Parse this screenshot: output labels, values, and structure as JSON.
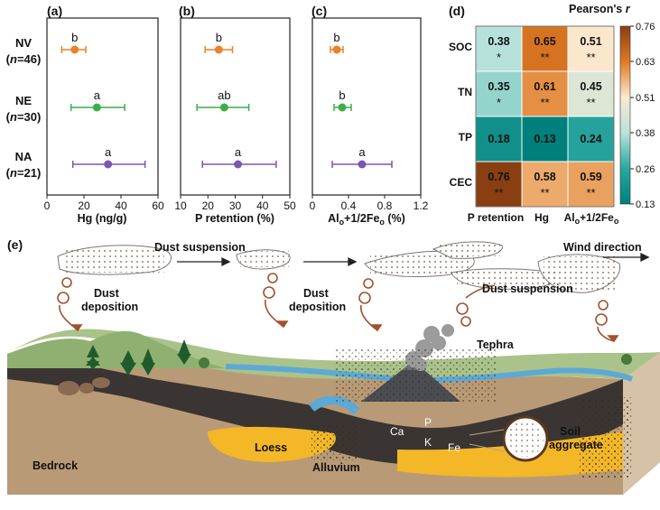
{
  "panels": {
    "a": {
      "tag": "(a)",
      "xlabel": "Hg (ng/g)",
      "ticks": [
        "0",
        "20",
        "40",
        "60"
      ]
    },
    "b": {
      "tag": "(b)",
      "xlabel": "P retention (%)",
      "ticks": [
        "10",
        "20",
        "30",
        "40",
        "50"
      ]
    },
    "c": {
      "tag": "(c)",
      "xlabel_main": "Al",
      "xlabel_sub1": "o",
      "xlabel_mid": "+1/2Fe",
      "xlabel_sub2": "o",
      "xlabel_tail": " (%)",
      "ticks": [
        "0",
        "0.4",
        "0.8",
        "1.2"
      ]
    },
    "d": {
      "tag": "(d)",
      "legend_title": "Pearson's ",
      "legend_title_r": "r",
      "cols": [
        "P retention",
        "Hg",
        "Al",
        "o",
        "+1/2Fe",
        "o"
      ],
      "rows": [
        "SOC",
        "TN",
        "TP",
        "CEC"
      ],
      "scale_ticks": [
        "0.76",
        "0.63",
        "0.51",
        "0.38",
        "0.26",
        "0.13"
      ]
    },
    "e": {
      "tag": "(e)"
    }
  },
  "groups": [
    {
      "name": "NV",
      "n": "(n=46)",
      "n_prefix": "(",
      "n_var": "n",
      "n_val": "=46)"
    },
    {
      "name": "NE",
      "n": "(n=30)",
      "n_prefix": "(",
      "n_var": "n",
      "n_val": "=30)"
    },
    {
      "name": "NA",
      "n": "(n=21)",
      "n_prefix": "(",
      "n_var": "n",
      "n_val": "=21)"
    }
  ],
  "colors": {
    "NV": "#e8822a",
    "NE": "#3cae49",
    "NA": "#7b56b0"
  },
  "chart_data": [
    {
      "type": "scatter",
      "panel": "a",
      "xlabel": "Hg (ng/g)",
      "xlim": [
        0,
        60
      ],
      "categories": [
        "NV",
        "NE",
        "NA"
      ],
      "mean": [
        15,
        27,
        33
      ],
      "err_low": [
        8,
        13,
        14
      ],
      "err_high": [
        21,
        42,
        53
      ],
      "letters": [
        "b",
        "a",
        "a"
      ]
    },
    {
      "type": "scatter",
      "panel": "b",
      "xlabel": "P retention (%)",
      "xlim": [
        10,
        50
      ],
      "categories": [
        "NV",
        "NE",
        "NA"
      ],
      "mean": [
        24,
        26,
        31
      ],
      "err_low": [
        19,
        16,
        18
      ],
      "err_high": [
        29,
        35,
        45
      ],
      "letters": [
        "b",
        "ab",
        "a"
      ]
    },
    {
      "type": "scatter",
      "panel": "c",
      "xlabel": "Alo+1/2Feo (%)",
      "xlim": [
        0,
        1.2
      ],
      "categories": [
        "NV",
        "NE",
        "NA"
      ],
      "mean": [
        0.27,
        0.33,
        0.55
      ],
      "err_low": [
        0.2,
        0.24,
        0.22
      ],
      "err_high": [
        0.34,
        0.43,
        0.88
      ],
      "letters": [
        "b",
        "b",
        "a"
      ]
    },
    {
      "type": "heatmap",
      "panel": "d",
      "rows": [
        "SOC",
        "TN",
        "TP",
        "CEC"
      ],
      "cols": [
        "P retention",
        "Hg",
        "Alo+1/2Feo"
      ],
      "values": [
        [
          0.38,
          0.65,
          0.51
        ],
        [
          0.35,
          0.61,
          0.45
        ],
        [
          0.18,
          0.13,
          0.24
        ],
        [
          0.76,
          0.58,
          0.59
        ]
      ],
      "stars": [
        [
          "*",
          "**",
          "**"
        ],
        [
          "*",
          "**",
          "**"
        ],
        [
          "",
          "",
          ""
        ],
        [
          "**",
          "**",
          "**"
        ]
      ],
      "scale": [
        0.13,
        0.76
      ]
    }
  ],
  "landscape": {
    "labels": {
      "dust_suspension_1": "Dust suspension",
      "dust_suspension_2": "Dust suspension",
      "wind_direction": "Wind direction",
      "dust1": "Dust",
      "deposition1": "deposition",
      "dust2": "Dust",
      "deposition2": "deposition",
      "tephra": "Tephra",
      "bedrock": "Bedrock",
      "loess": "Loess",
      "alluvium": "Alluvium",
      "ca": "Ca",
      "p": "P",
      "k": "K",
      "fe": "Fe",
      "soil": "Soil",
      "aggregate": "aggregate"
    }
  }
}
